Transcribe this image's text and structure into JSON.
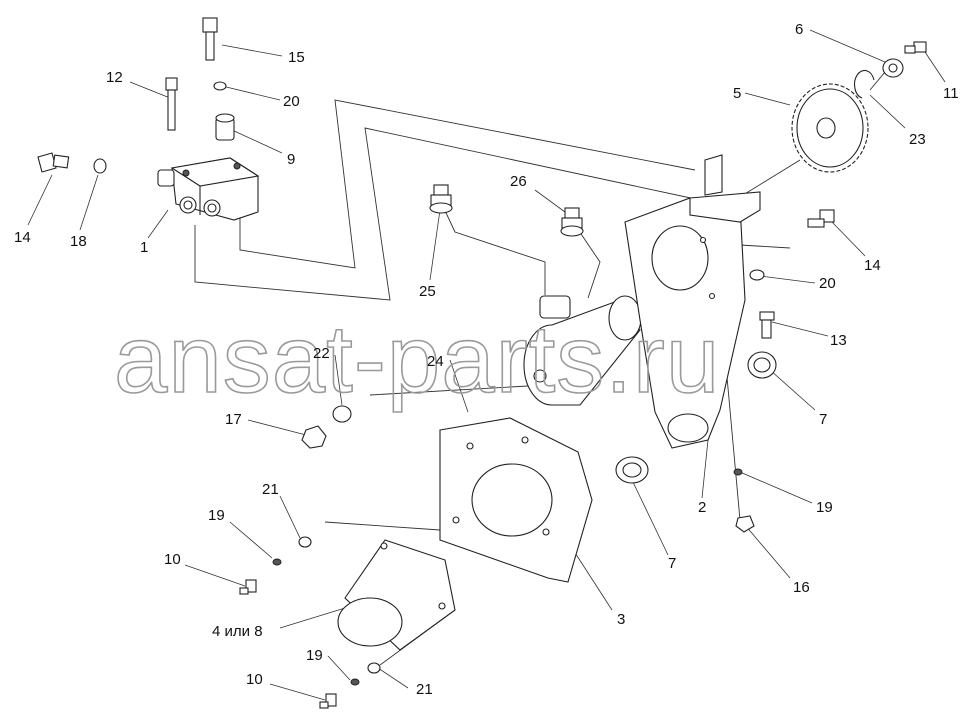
{
  "watermark": "ansat-parts.ru",
  "callouts": {
    "c1": "1",
    "c2": "2",
    "c3": "3",
    "c4": "4 или 8",
    "c5": "5",
    "c6": "6",
    "c7a": "7",
    "c7b": "7",
    "c9": "9",
    "c10a": "10",
    "c10b": "10",
    "c11": "11",
    "c12": "12",
    "c13": "13",
    "c14a": "14",
    "c14b": "14",
    "c15": "15",
    "c16": "16",
    "c17": "17",
    "c18": "18",
    "c19a": "19",
    "c19b": "19",
    "c19c": "19",
    "c20a": "20",
    "c20b": "20",
    "c21a": "21",
    "c21b": "21",
    "c22": "22",
    "c23": "23",
    "c24": "24",
    "c25": "25",
    "c26": "26"
  }
}
